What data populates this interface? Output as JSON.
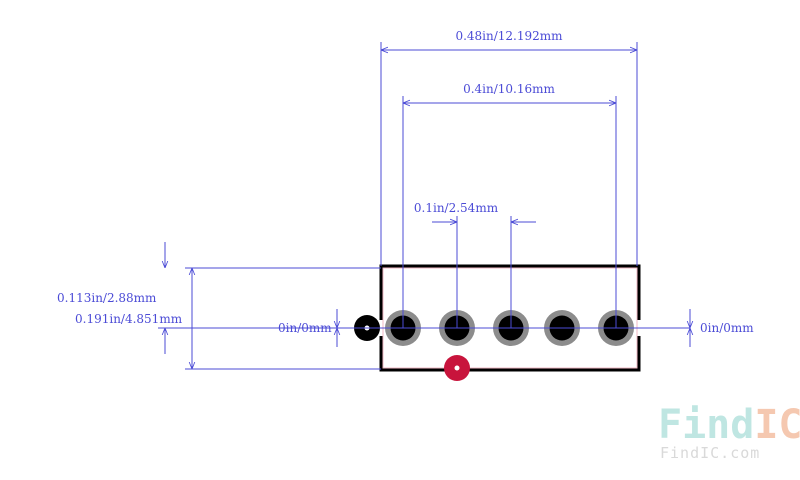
{
  "dimensions": {
    "overall_width": "0.48in/12.192mm",
    "pin_span": "0.4in/10.16mm",
    "pin_pitch": "0.1in/2.54mm",
    "body_height": "0.113in/2.88mm",
    "overall_height": "0.191in/4.851mm",
    "left_offset": "0in/0mm",
    "right_offset": "0in/0mm"
  },
  "watermark": {
    "brand_part1": "Find",
    "brand_part2": "IC",
    "url": "FindIC.com"
  },
  "colors": {
    "dimension_line": "#4b4bd6",
    "outline": "#000000",
    "pad_ring": "#8c8c8c",
    "pin1_marker": "#c8143c",
    "watermark_teal": "#bfe6e2",
    "watermark_orange": "#f5c8b0"
  }
}
